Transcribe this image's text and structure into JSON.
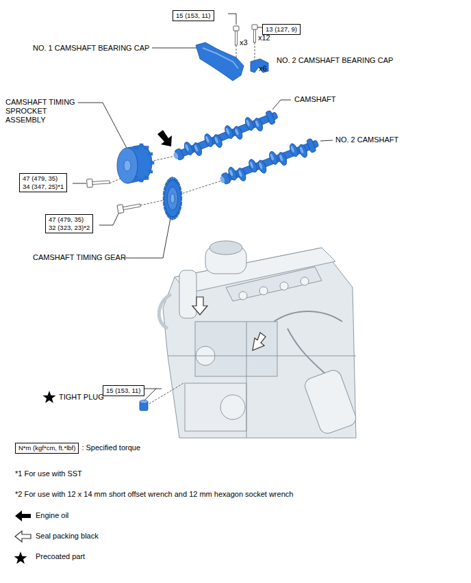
{
  "diagram": {
    "nodes": [
      {
        "text": [
          "15 (153, 11)"
        ]
      },
      {
        "text": [
          "13 (127, 9)"
        ]
      },
      {
        "text": [
          "47 (479, 35)",
          "34 (347, 25)*1"
        ]
      },
      {
        "text": [
          "47 (479, 35)",
          "32 (323, 23)*2"
        ]
      },
      {
        "text": [
          "15 (153, 11)"
        ]
      },
      {
        "text": [
          "N*m (kgf*cm, ft.*lbf)",
          ": Specified torque"
        ]
      }
    ],
    "edges": [],
    "labels": [
      "x3",
      "x12",
      "NO. 1 CAMSHAFT BEARING CAP",
      "NO. 2 CAMSHAFT BEARING CAP",
      "x6",
      "CAMSHAFT TIMING SPROCKET ASSEMBLY",
      "CAMSHAFT",
      "NO. 2 CAMSHAFT",
      "CAMSHAFT TIMING GEAR",
      "TIGHT PLUG",
      "*1 For use with SST",
      "*2 For use with 12 x 14 mm short offset wrench and 12 mm hexagon socket wrench"
    ],
    "legend": [
      {
        "text": "Engine oil"
      },
      {
        "text": "Seal packing black"
      },
      {
        "text": "Precoated part"
      }
    ]
  }
}
